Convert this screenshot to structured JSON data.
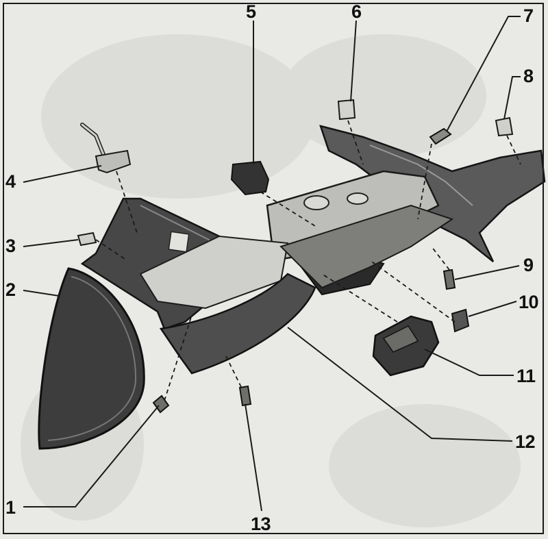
{
  "diagram": {
    "callouts": [
      "1",
      "2",
      "3",
      "4",
      "5",
      "6",
      "7",
      "8",
      "9",
      "10",
      "11",
      "12",
      "13"
    ]
  },
  "colors": {
    "background": "#e9e9e6",
    "panel_dark": "#3b3b3b",
    "panel_mid": "#6d6d6d",
    "panel_light": "#cfcfcc",
    "leader_line": "#1a1a1a"
  }
}
